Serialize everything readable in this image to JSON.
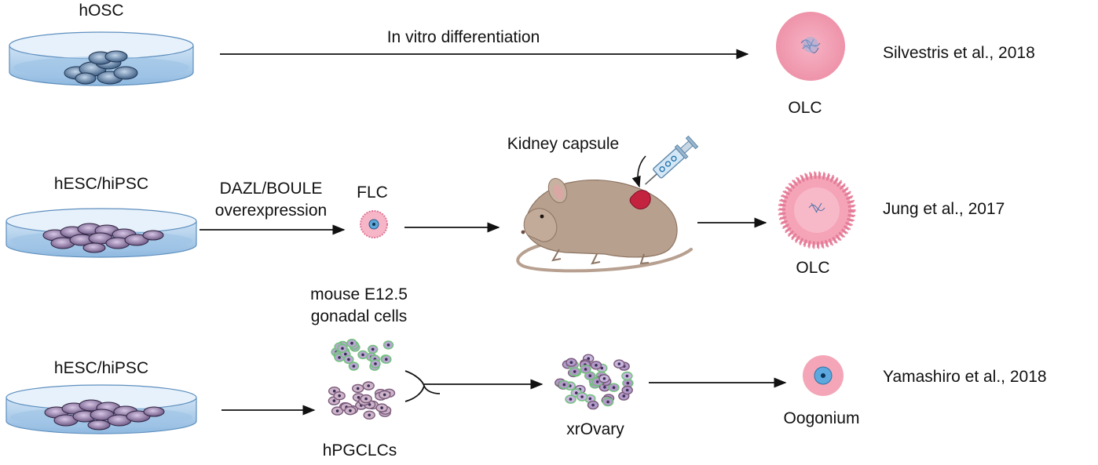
{
  "rows": [
    {
      "source_label": "hOSC",
      "step_label": "In vitro differentiation",
      "result_label": "OLC",
      "citation": "Silvestris et al., 2018"
    },
    {
      "source_label": "hESC/hiPSC",
      "step_label_line1": "DAZL/BOULE",
      "step_label_line2": "overexpression",
      "intermediate_label": "FLC",
      "site_label": "Kidney capsule",
      "result_label": "OLC",
      "citation": "Jung et al., 2017"
    },
    {
      "source_label": "hESC/hiPSC",
      "cells_top_line1": "mouse E12.5",
      "cells_top_line2": "gonadal cells",
      "cells_bottom_label": "hPGCLCs",
      "aggregate_label": "xrOvary",
      "result_label": "Oogonium",
      "citation": "Yamashiro et al., 2018"
    }
  ],
  "icons": [
    "culture-dish-icon",
    "oocyte-icon",
    "mouse-icon",
    "syringe-icon",
    "kidney-icon",
    "cell-cluster-icon"
  ],
  "colors": {
    "dish": "#a9cbe9",
    "ooplasm": "#f2a3b6",
    "nucleus": "#7fa3cf",
    "mouse": "#b8a08e",
    "kidney": "#c42340",
    "cluster_outline": "#6fc17a"
  }
}
